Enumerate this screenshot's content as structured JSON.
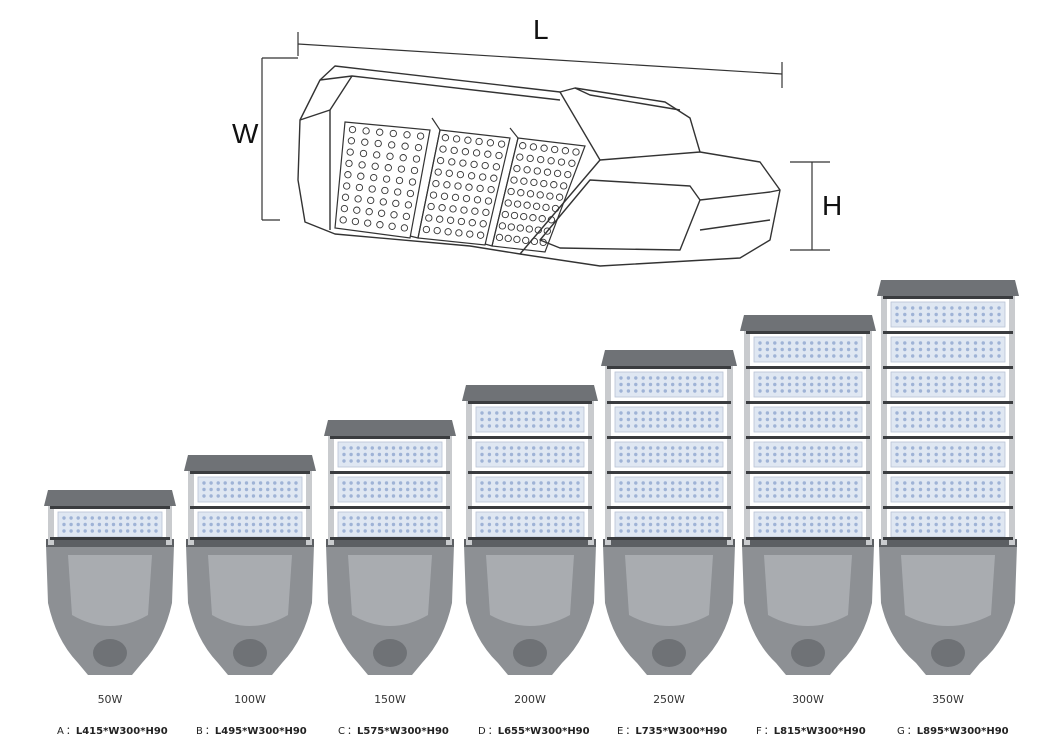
{
  "dimensions": {
    "length": "L",
    "width": "W",
    "height": "H"
  },
  "models": [
    {
      "letter": "A",
      "sep": "：",
      "watt": "50W",
      "size": "L415*W300*H90",
      "modules": 1
    },
    {
      "letter": "B",
      "sep": "：",
      "watt": "100W",
      "size": "L495*W300*H90",
      "modules": 2
    },
    {
      "letter": "C",
      "sep": "：",
      "watt": "150W",
      "size": "L575*W300*H90",
      "modules": 3
    },
    {
      "letter": "D",
      "sep": "：",
      "watt": "200W",
      "size": "L655*W300*H90",
      "modules": 4
    },
    {
      "letter": "E",
      "sep": "：",
      "watt": "250W",
      "size": "L735*W300*H90",
      "modules": 5
    },
    {
      "letter": "F",
      "sep": "：",
      "watt": "300W",
      "size": "L815*W300*H90",
      "modules": 6
    },
    {
      "letter": "G",
      "sep": "：",
      "watt": "350W",
      "size": "L895*W300*H90",
      "modules": 7
    }
  ],
  "colors": {
    "housing": "#8d9094",
    "housing_light": "#a9acb0",
    "cap": "#6f7276",
    "module": "#dfe7f2",
    "led": "#9fb3d6",
    "line": "#333333"
  }
}
